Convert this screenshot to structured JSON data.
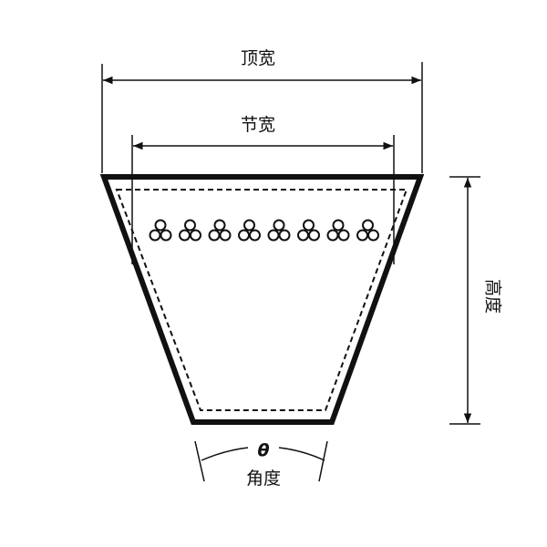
{
  "labels": {
    "top_width": "顶宽",
    "pitch_width": "节宽",
    "height": "高度",
    "angle_symbol": "θ",
    "angle": "角度"
  },
  "cord_cluster_count": 8,
  "colors": {
    "line": "#111111",
    "background": "#ffffff"
  }
}
